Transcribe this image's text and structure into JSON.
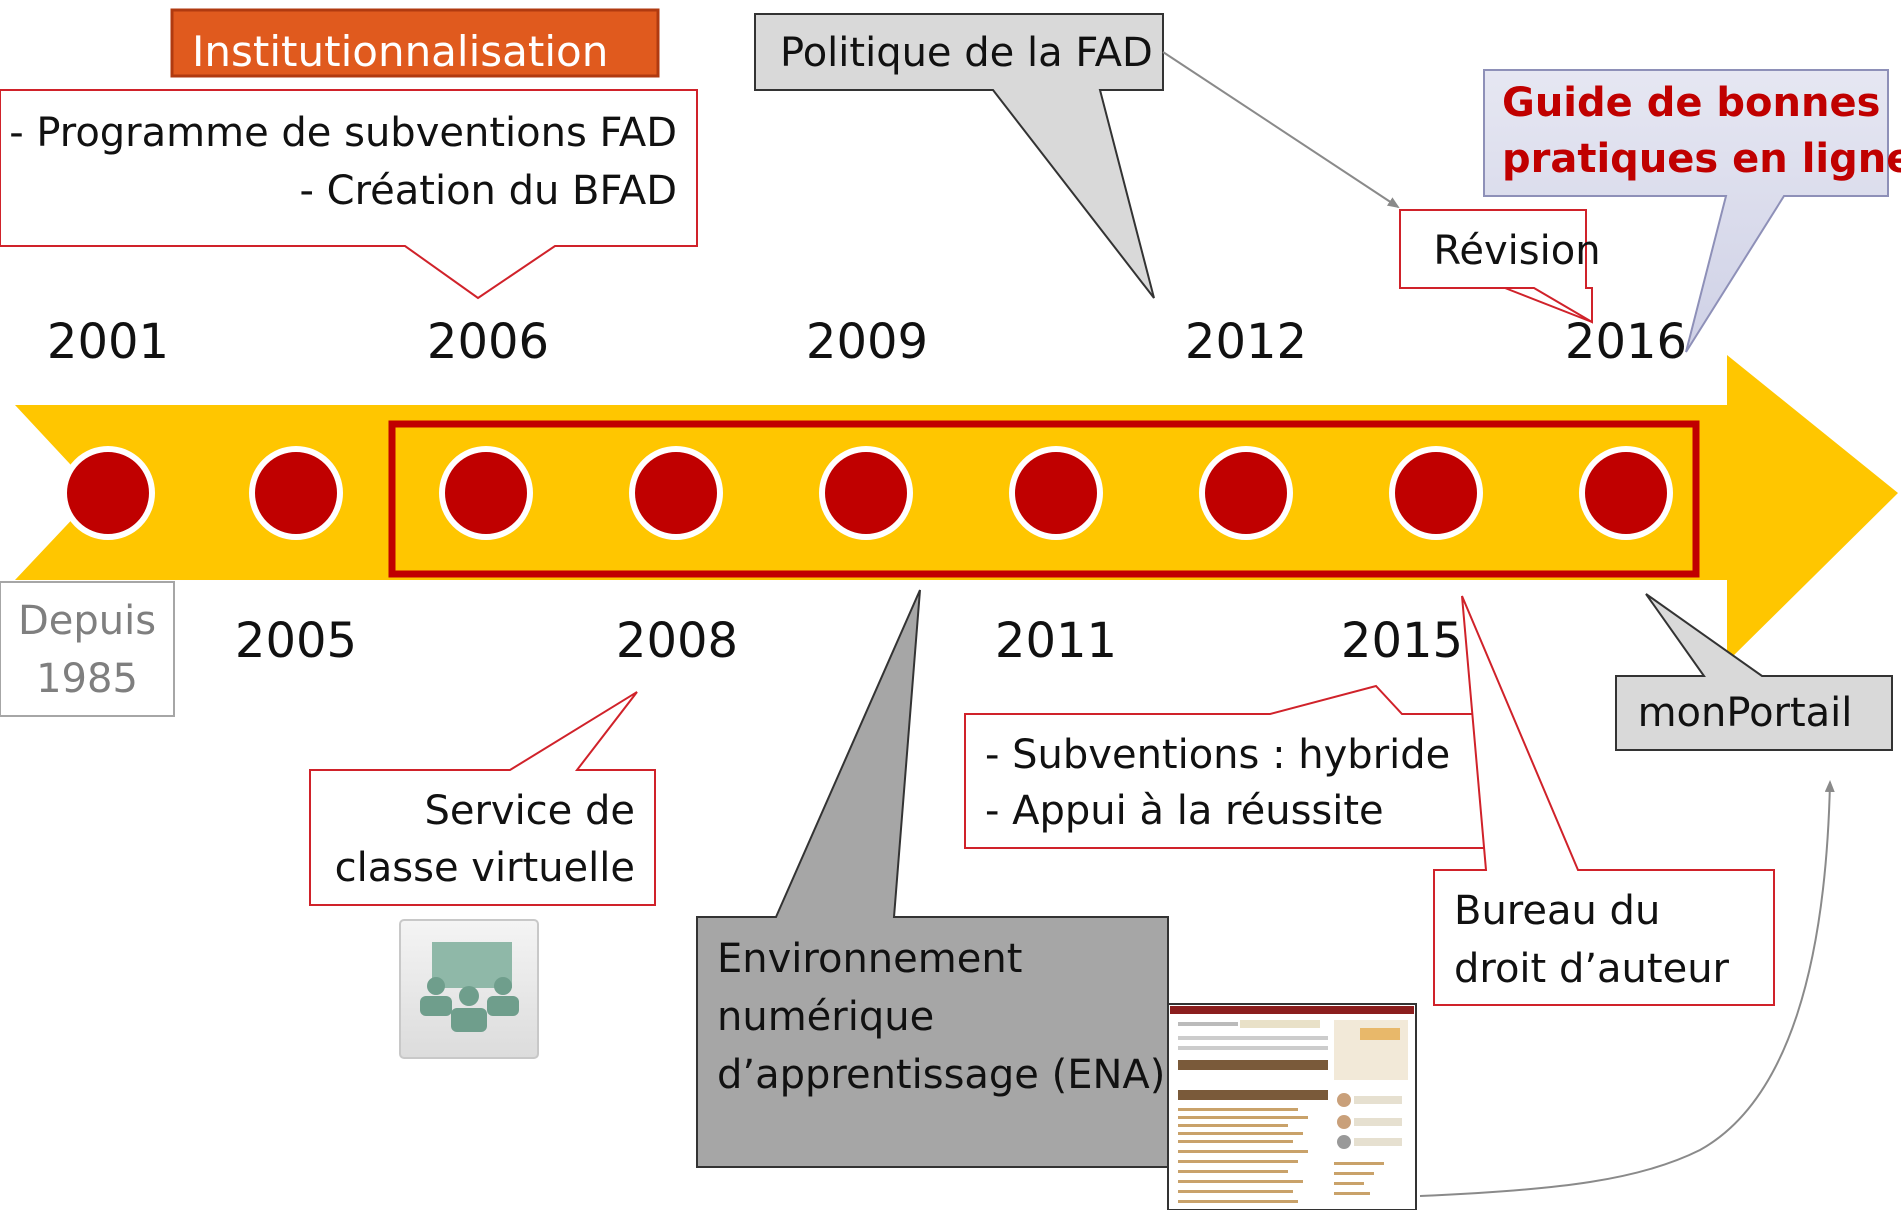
{
  "colors": {
    "arrow": "#FFC600",
    "dot": "#C00000",
    "frame": "#C00000",
    "title_banner": "#E05A1E",
    "callout_border": "#D0222A",
    "grey_callout": "#D9D9D9",
    "dark_grey_callout": "#A6A6A6",
    "guide_text": "#C00000",
    "guide_fill": "#DCDDEC"
  },
  "title_banner": "Institutionnalisation",
  "years_top": [
    "2001",
    "2006",
    "2009",
    "2012",
    "2016"
  ],
  "years_bottom": [
    "2005",
    "2008",
    "2011",
    "2015"
  ],
  "since_box": {
    "line1": "Depuis",
    "line2": "1985"
  },
  "callouts": {
    "subventions_bfad": {
      "line1": "- Programme de subventions FAD",
      "line2": "- Création du BFAD"
    },
    "politique_fad": "Politique de la FAD",
    "revision": "Révision",
    "guide": {
      "line1": "Guide de bonnes",
      "line2": "pratiques en ligne"
    },
    "classe_virtuelle": {
      "line1": "Service de",
      "line2": "classe virtuelle"
    },
    "ena": {
      "line1": "Environnement",
      "line2": "numérique",
      "line3": "d’apprentissage (ENA)"
    },
    "hybride": {
      "line1": "- Subventions : hybride",
      "line2": "- Appui à la réussite"
    },
    "droit_auteur": {
      "line1": "Bureau du",
      "line2": "droit d’auteur"
    },
    "monportail": "monPortail"
  },
  "icons": {
    "classroom": "virtual-classroom-icon",
    "portal": "portal-screenshot-thumbnail"
  }
}
